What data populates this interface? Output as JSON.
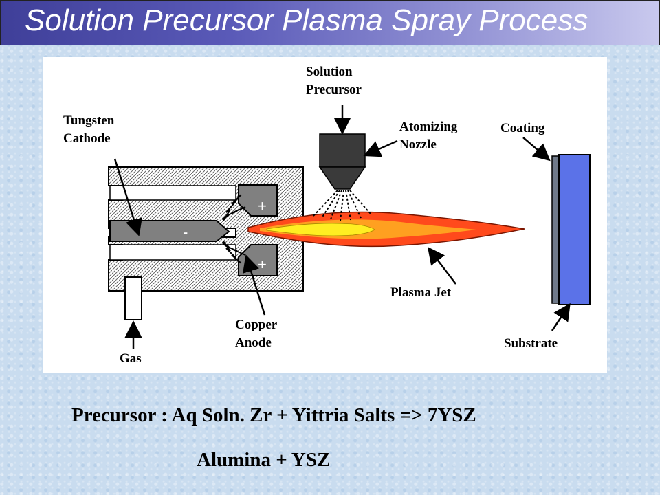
{
  "title": "Solution Precursor Plasma Spray Process",
  "diagram": {
    "labels": {
      "solution_line1": "Solution",
      "solution_line2": "Precursor",
      "tungsten_line1": "Tungsten",
      "tungsten_line2": "Cathode",
      "atomizing_line1": "Atomizing",
      "atomizing_line2": "Nozzle",
      "coating": "Coating",
      "plasma_jet": "Plasma Jet",
      "copper_line1": "Copper",
      "copper_line2": "Anode",
      "gas": "Gas",
      "substrate": "Substrate"
    },
    "signs": {
      "anode_top": "+",
      "anode_bottom": "+",
      "cathode": "-"
    },
    "colors": {
      "flame_outer": "#ff4a1c",
      "flame_middle": "#ffa020",
      "flame_core": "#ffee22",
      "substrate": "#5b72e8",
      "coating": "#707a8a",
      "nozzle": "#3a3a3a",
      "electrode": "#808080"
    }
  },
  "caption": {
    "line1": "Precursor : Aq Soln. Zr + Yittria Salts => 7YSZ",
    "line2": "Alumina + YSZ"
  }
}
